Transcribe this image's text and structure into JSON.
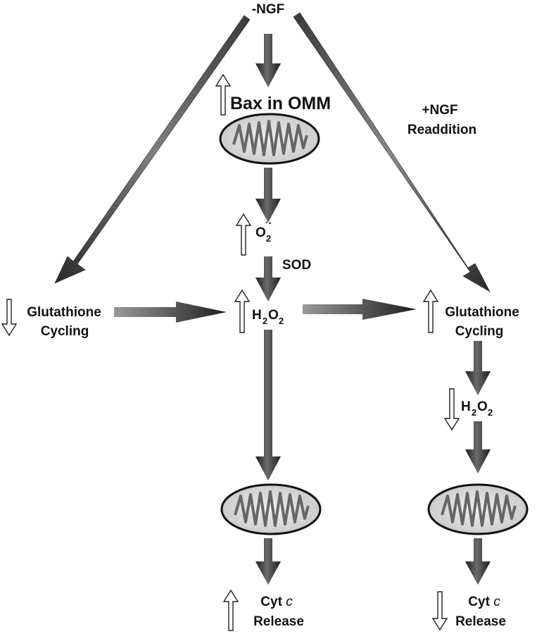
{
  "labels": {
    "top": "-NGF",
    "bax": "Bax in OMM",
    "ngf_readd_1": "+NGF",
    "ngf_readd_2": "Readdition",
    "o2": "O",
    "o2_sub": "2",
    "o2_sup": "·-",
    "sod": "SOD",
    "h2o2_h": "H",
    "h2o2_2a": "2",
    "h2o2_o": "O",
    "h2o2_2b": "2",
    "glut_left_1": "Glutathione",
    "glut_left_2": "Cycling",
    "glut_right_1": "Glutathione",
    "glut_right_2": "Cycling",
    "cyt_left_1": "Cyt ",
    "cyt_left_c": "c",
    "cyt_left_2": "Release",
    "cyt_right_1": "Cyt ",
    "cyt_right_c": "c",
    "cyt_right_2": "Release"
  },
  "indicators": {
    "bax": "up",
    "o2": "up",
    "h2o2_center": "up",
    "glut_left": "down",
    "glut_right": "up",
    "h2o2_right": "down",
    "cyt_left": "up",
    "cyt_right": "down"
  },
  "colors": {
    "arrow_dark": "#2b2b2b",
    "arrow_light": "#9a9a9a",
    "mito_fill": "#d9d9d9",
    "mito_cristae": "#666666"
  }
}
